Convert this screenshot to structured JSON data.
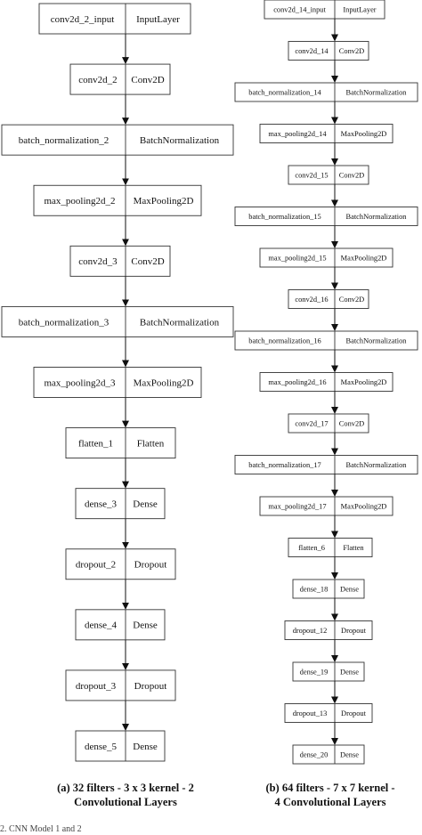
{
  "diagrams": [
    {
      "id": "a",
      "nodes": [
        {
          "name": "conv2d_2_input",
          "type": "InputLayer"
        },
        {
          "name": "conv2d_2",
          "type": "Conv2D"
        },
        {
          "name": "batch_normalization_2",
          "type": "BatchNormalization"
        },
        {
          "name": "max_pooling2d_2",
          "type": "MaxPooling2D"
        },
        {
          "name": "conv2d_3",
          "type": "Conv2D"
        },
        {
          "name": "batch_normalization_3",
          "type": "BatchNormalization"
        },
        {
          "name": "max_pooling2d_3",
          "type": "MaxPooling2D"
        },
        {
          "name": "flatten_1",
          "type": "Flatten"
        },
        {
          "name": "dense_3",
          "type": "Dense"
        },
        {
          "name": "dropout_2",
          "type": "Dropout"
        },
        {
          "name": "dense_4",
          "type": "Dense"
        },
        {
          "name": "dropout_3",
          "type": "Dropout"
        },
        {
          "name": "dense_5",
          "type": "Dense"
        }
      ],
      "caption": [
        "(a) 32 filters - 3 x 3 kernel - 2",
        "Convolutional Layers"
      ]
    },
    {
      "id": "b",
      "nodes": [
        {
          "name": "conv2d_14_input",
          "type": "InputLayer"
        },
        {
          "name": "conv2d_14",
          "type": "Conv2D"
        },
        {
          "name": "batch_normalization_14",
          "type": "BatchNormalization"
        },
        {
          "name": "max_pooling2d_14",
          "type": "MaxPooling2D"
        },
        {
          "name": "conv2d_15",
          "type": "Conv2D"
        },
        {
          "name": "batch_normalization_15",
          "type": "BatchNormalization"
        },
        {
          "name": "max_pooling2d_15",
          "type": "MaxPooling2D"
        },
        {
          "name": "conv2d_16",
          "type": "Conv2D"
        },
        {
          "name": "batch_normalization_16",
          "type": "BatchNormalization"
        },
        {
          "name": "max_pooling2d_16",
          "type": "MaxPooling2D"
        },
        {
          "name": "conv2d_17",
          "type": "Conv2D"
        },
        {
          "name": "batch_normalization_17",
          "type": "BatchNormalization"
        },
        {
          "name": "max_pooling2d_17",
          "type": "MaxPooling2D"
        },
        {
          "name": "flatten_6",
          "type": "Flatten"
        },
        {
          "name": "dense_18",
          "type": "Dense"
        },
        {
          "name": "dropout_12",
          "type": "Dropout"
        },
        {
          "name": "dense_19",
          "type": "Dense"
        },
        {
          "name": "dropout_13",
          "type": "Dropout"
        },
        {
          "name": "dense_20",
          "type": "Dense"
        }
      ],
      "caption": [
        "(b) 64 filters - 7 x 7 kernel -",
        "4 Convolutional Layers"
      ]
    }
  ],
  "footnote": "2. CNN Model 1 and 2"
}
